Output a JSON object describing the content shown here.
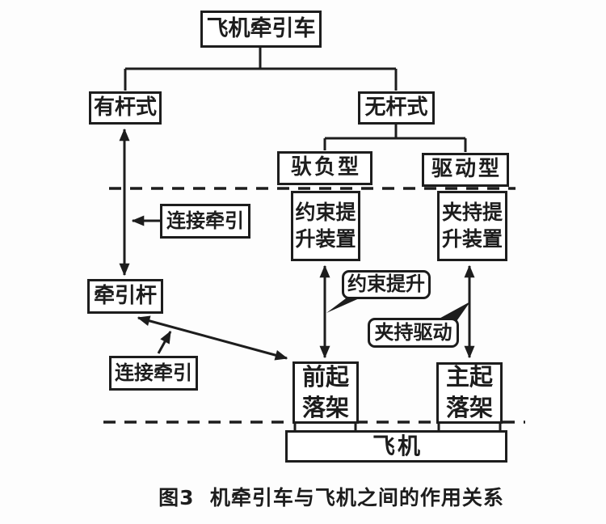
{
  "diagram": {
    "colors": {
      "ink": "#1d1d1d",
      "background": "#fdfdfd"
    },
    "nodes": {
      "tractor": {
        "label": "飞机牵引车"
      },
      "towbar_type": {
        "label": "有杆式"
      },
      "towbarless_type": {
        "label": "无杆式"
      },
      "carry_type": {
        "label": "驮负型"
      },
      "drive_type": {
        "label": "驱动型"
      },
      "restraint_device": {
        "line1": "约束提",
        "line2": "升装置"
      },
      "clamp_device": {
        "line1": "夹持提",
        "line2": "升装置"
      },
      "towbar": {
        "label": "牵引杆"
      },
      "nose_gear": {
        "line1": "前起",
        "line2": "落架"
      },
      "main_gear": {
        "line1": "主起",
        "line2": "落架"
      },
      "aircraft": {
        "label": "飞机"
      }
    },
    "labels": {
      "connect_tow_1": "连接牵引",
      "connect_tow_2": "连接牵引",
      "restraint_lift": "约束提升",
      "clamp_drive": "夹持驱动"
    },
    "caption": "图3  机牵引车与飞机之间的作用关系"
  }
}
